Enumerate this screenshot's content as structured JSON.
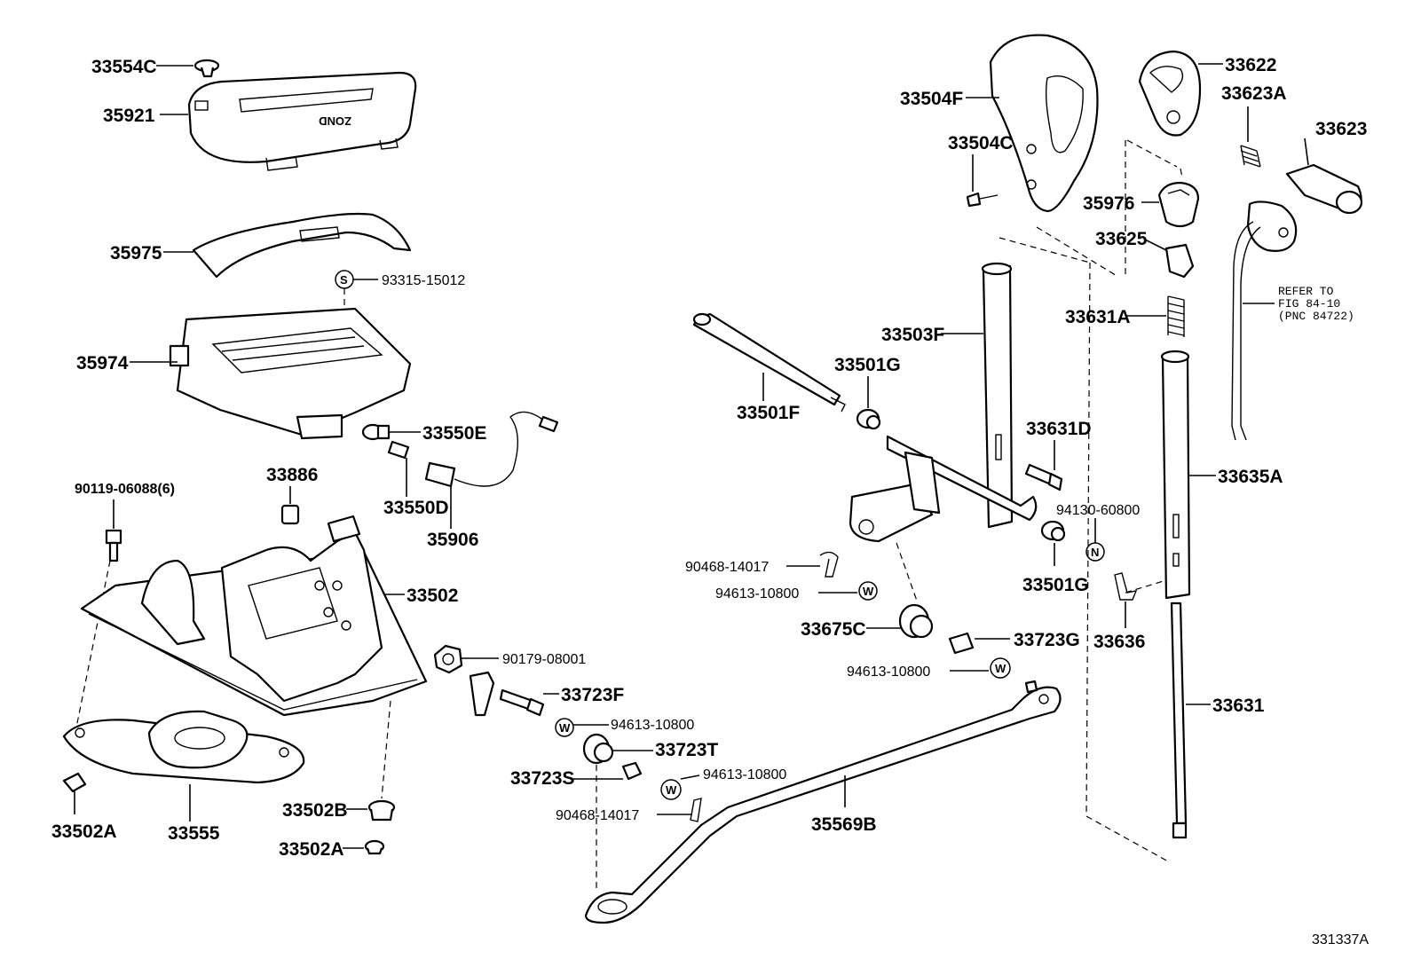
{
  "labels": {
    "p33554C": "33554C",
    "p35921": "35921",
    "p35975": "35975",
    "p93315": "93315-15012",
    "p35974": "35974",
    "p33550E": "33550E",
    "p33886": "33886",
    "p90119": "90119-06088(6)",
    "p33550D": "33550D",
    "p35906": "35906",
    "p33502": "33502",
    "p90179": "90179-08001",
    "p33723F": "33723F",
    "p94613a": "94613-10800",
    "p33723T": "33723T",
    "p33723S": "33723S",
    "p94613b": "94613-10800",
    "p90468b": "90468-14017",
    "p33502B": "33502B",
    "p33502A_left": "33502A",
    "p33555": "33555",
    "p33502A_bottom": "33502A",
    "p33504F": "33504F",
    "p33504C": "33504C",
    "p33622": "33622",
    "p33623A": "33623A",
    "p33623": "33623",
    "p35976": "35976",
    "p33625": "33625",
    "p33631A": "33631A",
    "p33503F": "33503F",
    "p33501G_top": "33501G",
    "p33501F": "33501F",
    "p33631D": "33631D",
    "p94130": "94130-60800",
    "p90468a": "90468-14017",
    "p94613c": "94613-10800",
    "p33501G_bottom": "33501G",
    "p33636": "33636",
    "p33675C": "33675C",
    "p33723G": "33723G",
    "p94613d": "94613-10800",
    "p33635A": "33635A",
    "p33631": "33631",
    "p35569B": "35569B"
  },
  "refer_note": {
    "line1": "REFER TO",
    "line2": "FIG 84-10",
    "line3": "(PNC 84722)"
  },
  "symbols": {
    "s": "S",
    "w": "W",
    "n": "N"
  },
  "indicator_letters": "ZOND",
  "diagram_id": "331337A"
}
